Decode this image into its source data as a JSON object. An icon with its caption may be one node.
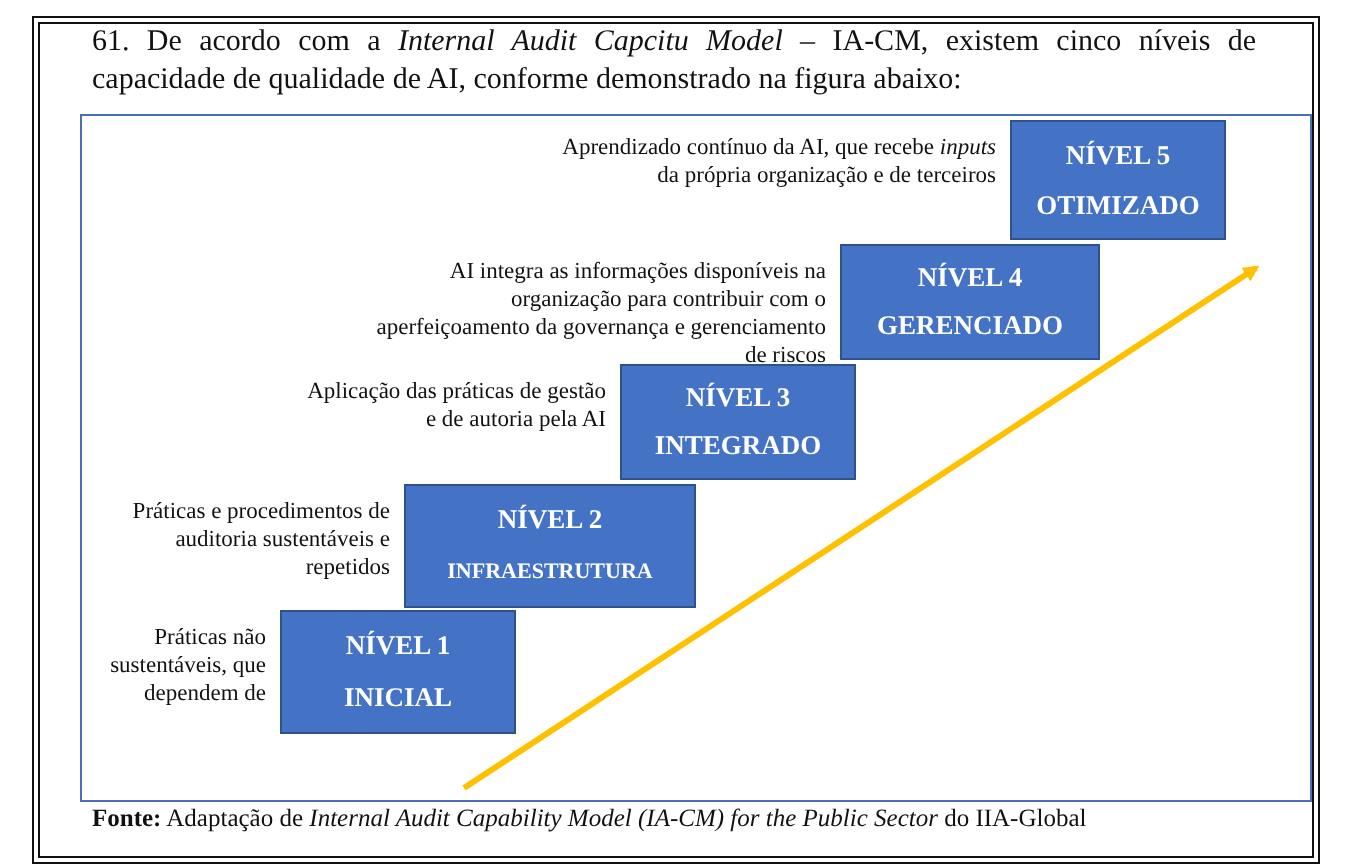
{
  "diagram": {
    "title": "61. De acordo com a *Internal Audit Capcitu Model* – IA-CM, existem cinco níveis de capacidade de qualidade de AI, conforme demonstrado na figura abaixo:",
    "caption": "**Fonte:** Adaptação de *Internal Audit Capability Model (IA-CM) for the Public Sector* do IIA-Global",
    "nodes": [
      {
        "text": [
          "NÍVEL 5",
          "OTIMIZADO"
        ],
        "beside": [
          "Aprendizado contínuo da AI, que recebe *inputs* da própria organização e de terceiros"
        ]
      },
      {
        "text": [
          "NÍVEL 4",
          "GERENCIADO"
        ],
        "beside": [
          "AI integra as informações disponíveis na organização para contribuir com o aperfeiçoamento da governança e gerenciamento de riscos"
        ]
      },
      {
        "text": [
          "NÍVEL 3",
          "INTEGRADO"
        ],
        "beside": [
          "Aplicação das práticas de gestão e de autoria pela AI"
        ]
      },
      {
        "text": [
          "NÍVEL 2",
          "INFRAESTRUTURA"
        ],
        "beside": [
          "Práticas e procedimentos de auditoria sustentáveis e repetidos"
        ]
      },
      {
        "text": [
          "NÍVEL 1",
          "INICIAL"
        ],
        "beside": [
          "Práticas não sustentáveis, que dependem de"
        ]
      }
    ]
  }
}
